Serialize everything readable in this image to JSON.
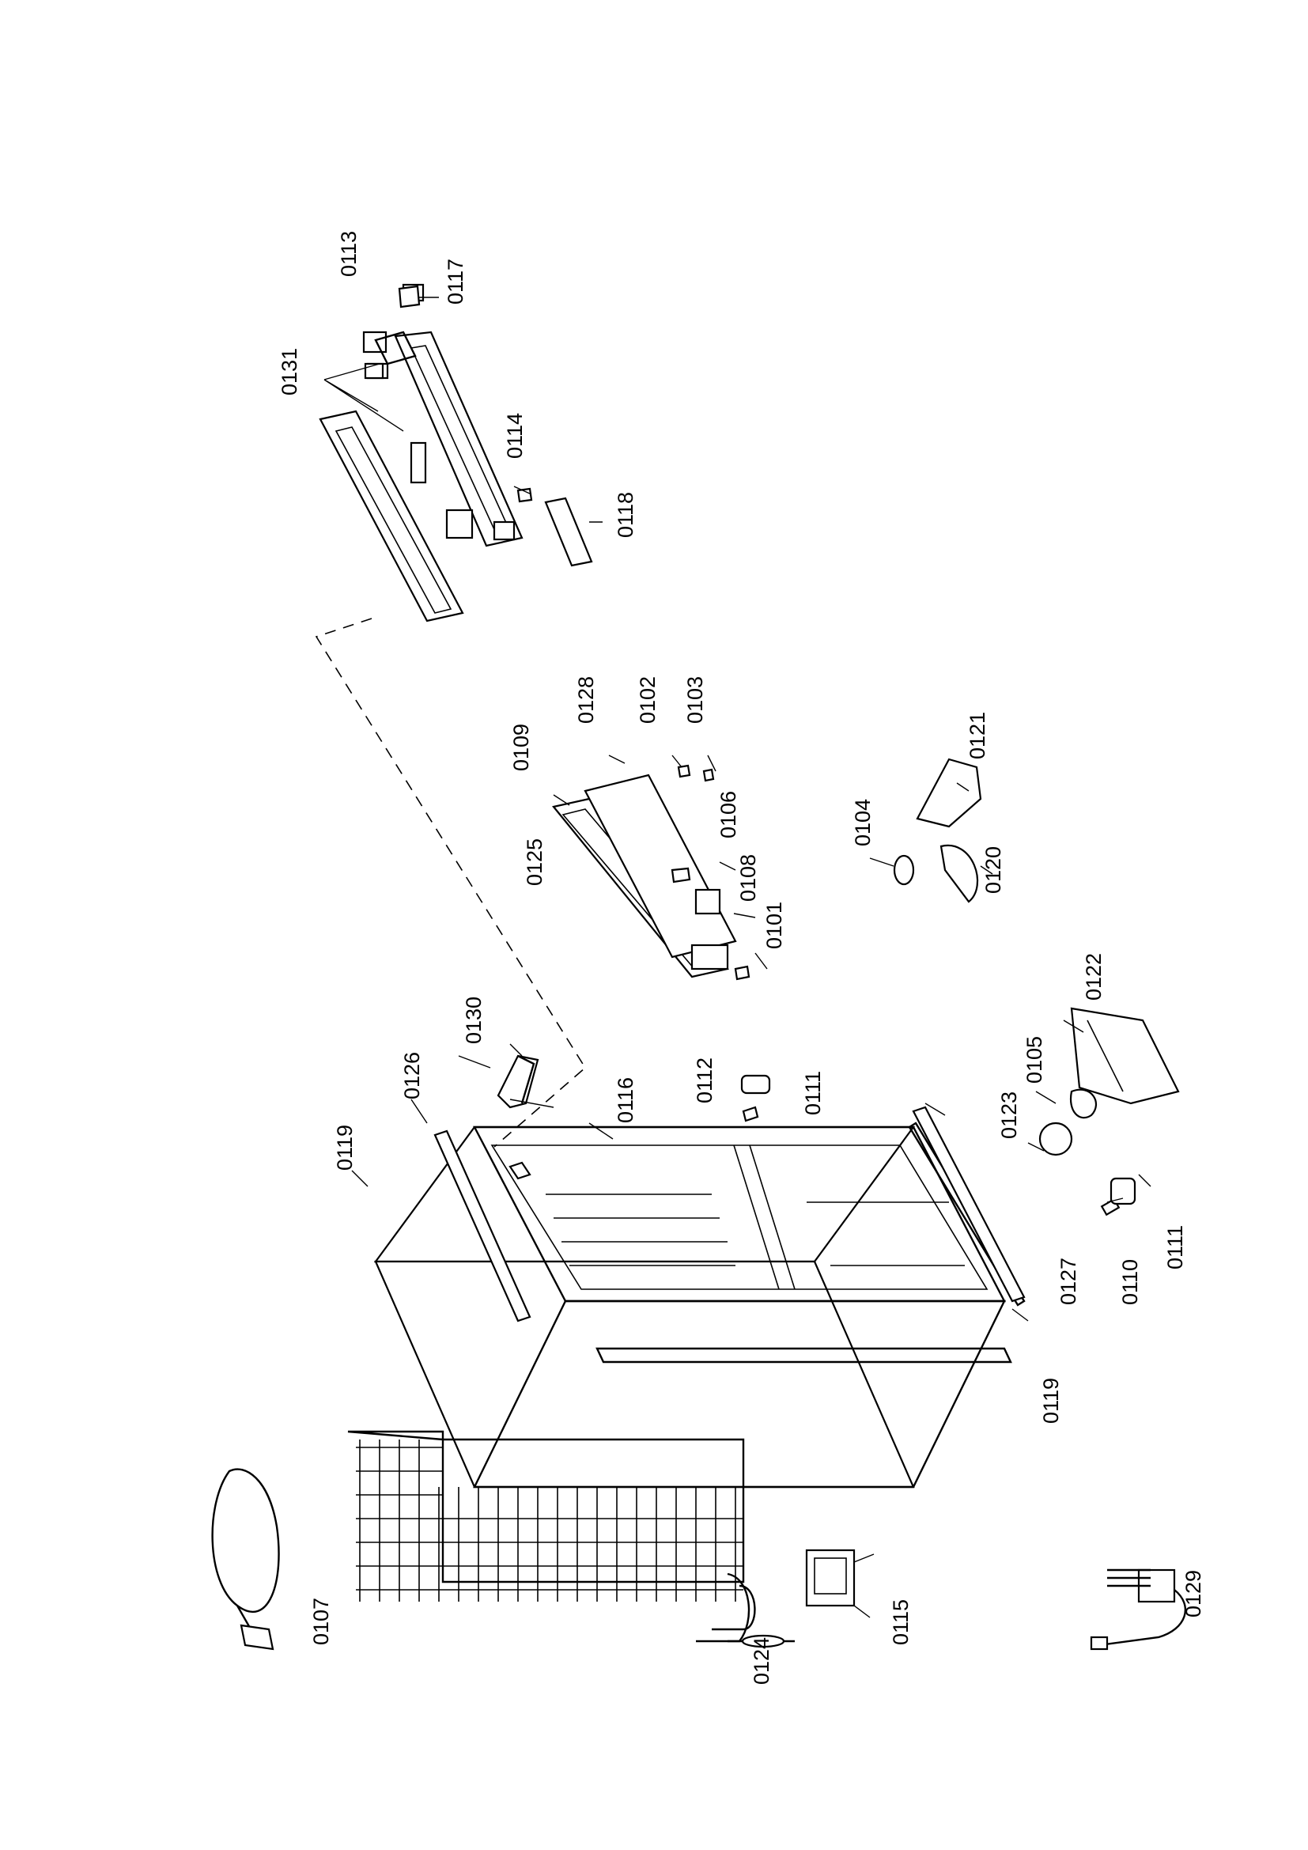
{
  "labels": {
    "p0101": "0101",
    "p0102": "0102",
    "p0103": "0103",
    "p0104": "0104",
    "p0105": "0105",
    "p0106": "0106",
    "p0107": "0107",
    "p0108": "0108",
    "p0109": "0109",
    "p0110": "0110",
    "p0111a": "0111",
    "p0111b": "0111",
    "p0112": "0112",
    "p0113": "0113",
    "p0114": "0114",
    "p0115": "0115",
    "p0116": "0116",
    "p0117": "0117",
    "p0118": "0118",
    "p0119a": "0119",
    "p0119b": "0119",
    "p0120": "0120",
    "p0121": "0121",
    "p0122": "0122",
    "p0123": "0123",
    "p0124": "0124",
    "p0125": "0125",
    "p0126": "0126",
    "p0127": "0127",
    "p0128": "0128",
    "p0129": "0129",
    "p0130": "0130",
    "p0131": "0131"
  }
}
